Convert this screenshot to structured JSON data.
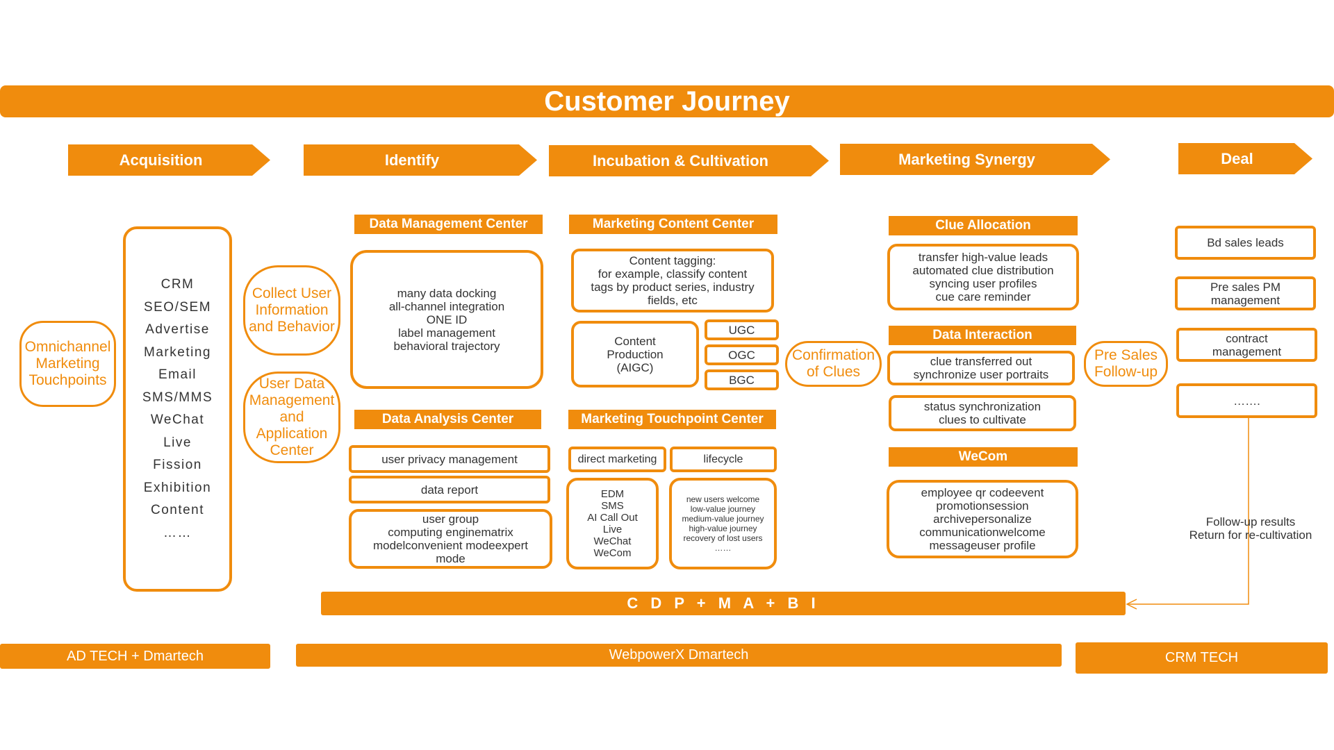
{
  "title": "Customer Journey",
  "stages": [
    "Acquisition",
    "Identify",
    "Incubation & Cultivation",
    "Marketing Synergy",
    "Deal"
  ],
  "left_oval": [
    "Omnichannel",
    "Marketing",
    "Touchpoints"
  ],
  "touchpoints": [
    "CRM",
    "SEO/SEM",
    "Advertise",
    "Marketing",
    "Email",
    "SMS/MMS",
    "WeChat",
    "Live",
    "Fission",
    "Exhibition",
    "Content",
    "……"
  ],
  "collect_oval": [
    "Collect User",
    "Information",
    "and Behavior"
  ],
  "user_data_oval": [
    "User Data",
    "Management",
    "and",
    "Application",
    "Center"
  ],
  "data_mgmt": {
    "header": "Data Management Center",
    "lines": [
      "many data docking",
      "all-channel integration",
      "ONE ID",
      "label management",
      "behavioral trajectory"
    ]
  },
  "data_analysis": {
    "header": "Data Analysis Center",
    "privacy": "user privacy management",
    "report": "data report",
    "group_lines": [
      "user group",
      "computing enginematrix",
      "modelconvenient modeexpert",
      "mode"
    ]
  },
  "content_center": {
    "header": "Marketing Content Center",
    "tagging_lines": [
      "Content tagging:",
      "for example, classify content",
      "tags by product series, industry",
      "fields, etc"
    ],
    "production_lines": [
      "Content",
      "Production",
      "(AIGC)"
    ],
    "ugc": "UGC",
    "ogc": "OGC",
    "bgc": "BGC"
  },
  "touchpoint_center": {
    "header": "Marketing  Touchpoint  Center",
    "direct": "direct marketing",
    "lifecycle": "lifecycle",
    "channels": [
      "EDM",
      "SMS",
      "AI Call Out",
      "Live",
      "WeChat",
      "WeCom"
    ],
    "journeys": [
      "new users welcome",
      "low-value journey",
      "medium-value journey",
      "high-value journey",
      "recovery of lost users",
      "……"
    ]
  },
  "confirm_oval": [
    "Confirmation",
    "of Clues"
  ],
  "clue_allocation": {
    "header": "Clue Allocation",
    "lines": [
      "transfer high-value leads",
      "automated clue distribution",
      "syncing user profiles",
      "cue care reminder"
    ]
  },
  "data_interaction": {
    "header": "Data Interaction",
    "box1_lines": [
      "clue transferred out",
      "synchronize user portraits"
    ],
    "box2_lines": [
      "status synchronization",
      "clues to cultivate"
    ]
  },
  "wecom": {
    "header": "WeCom",
    "lines": [
      "employee qr codeevent",
      "promotionsession",
      "archivepersonalize",
      "communicationwelcome",
      "messageuser profile"
    ]
  },
  "presales_oval": [
    "Pre Sales",
    "Follow-up"
  ],
  "deal_items": [
    [
      "Bd sales leads"
    ],
    [
      "Pre sales PM",
      "management"
    ],
    [
      "contract",
      "management"
    ],
    [
      "……."
    ]
  ],
  "followup_note": [
    "Follow-up results",
    "Return for re-cultivation"
  ],
  "cdp_bar": "C D P + M A + B I",
  "bottom": {
    "adtech": "AD TECH + Dmartech",
    "webpower": "WebpowerX Dmartech",
    "crm": "CRM TECH"
  },
  "colors": {
    "accent": "#f08c0d",
    "text": "#333333",
    "background": "#ffffff"
  }
}
